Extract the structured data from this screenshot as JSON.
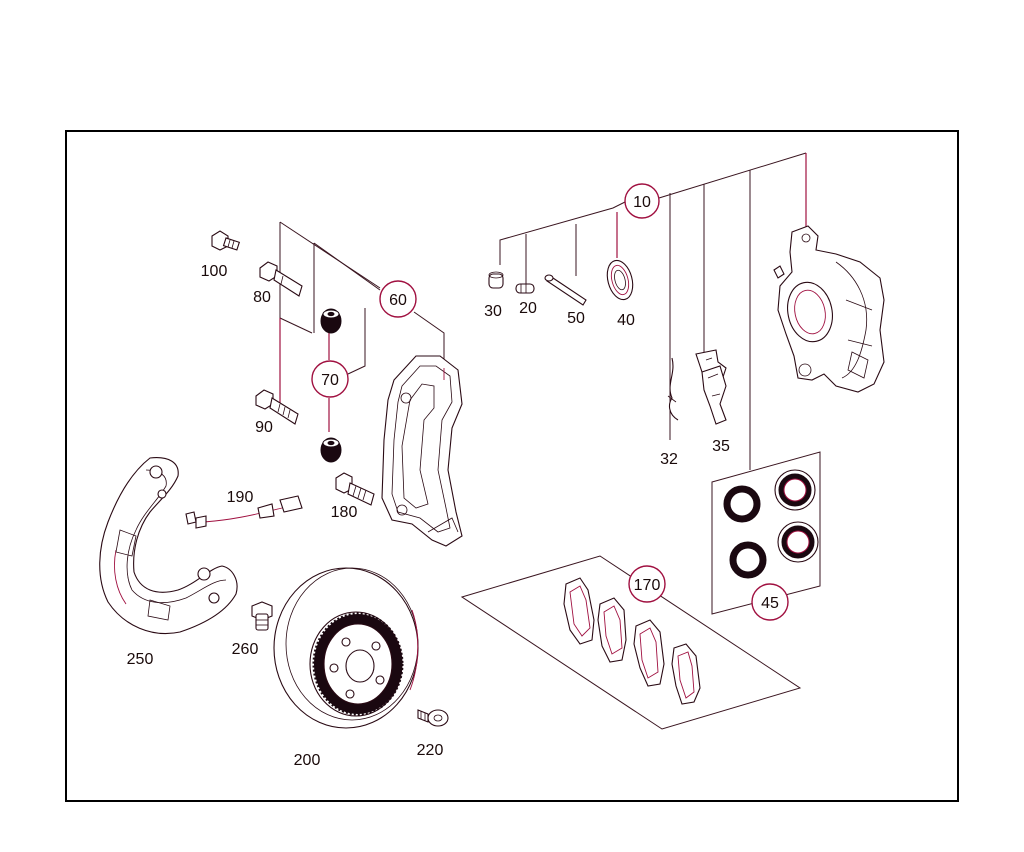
{
  "parts": {
    "p10": "10",
    "p20": "20",
    "p30": "30",
    "p32": "32",
    "p35": "35",
    "p40": "40",
    "p45": "45",
    "p50": "50",
    "p60": "60",
    "p70": "70",
    "p80": "80",
    "p90": "90",
    "p100": "100",
    "p170": "170",
    "p180": "180",
    "p190": "190",
    "p200": "200",
    "p220": "220",
    "p250": "250",
    "p260": "260"
  },
  "colors": {
    "accent": "#a01040",
    "line": "#2a0a14",
    "frame": "#000000"
  }
}
